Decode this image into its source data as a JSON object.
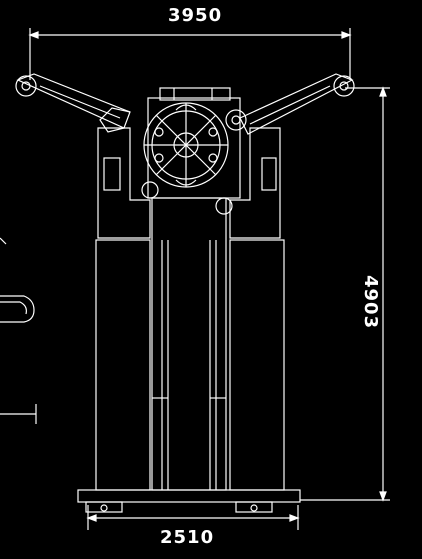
{
  "dimensions": {
    "overall_width": "3950",
    "base_width": "2510",
    "overall_height": "4903"
  },
  "colors": {
    "background": "#000000",
    "line": "#ffffff",
    "accent": "#cfcfcf"
  }
}
